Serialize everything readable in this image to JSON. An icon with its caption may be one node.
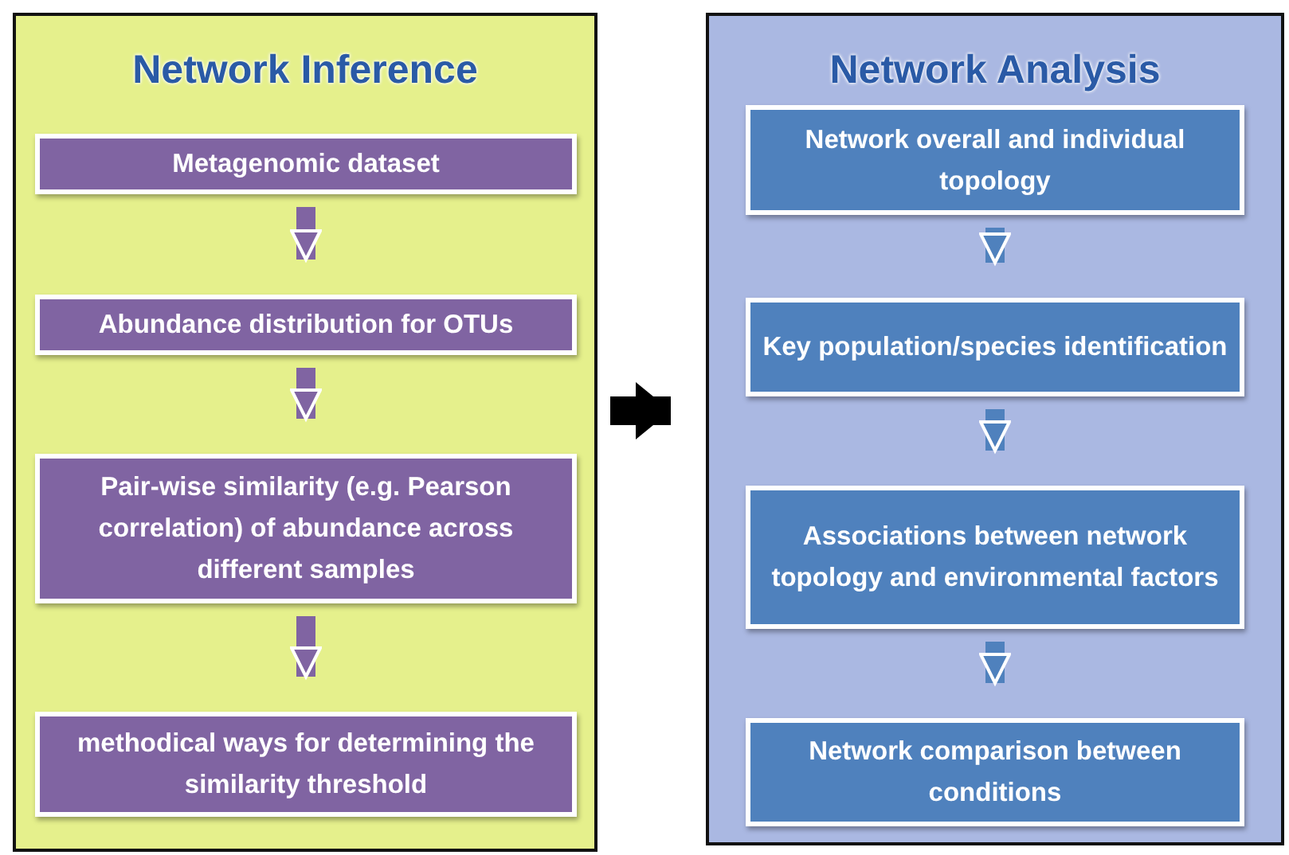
{
  "diagram": {
    "nodes": [
      {
        "text": [
          "Network Inference"
        ]
      },
      {
        "text": [
          "Metagenomic dataset"
        ],
        "in": 0
      },
      {
        "text": [
          "Abundance distribution for OTUs"
        ],
        "in": 0
      },
      {
        "text": [
          "Pair-wise similarity (e.g. Pearson correlation) of abundance across different samples"
        ],
        "in": 0
      },
      {
        "text": [
          "methodical ways for determining the similarity threshold"
        ],
        "in": 0
      },
      {
        "text": [
          "Network Analysis"
        ]
      },
      {
        "text": [
          "Network overall and individual topology"
        ],
        "in": 5
      },
      {
        "text": [
          "Key population/species identification"
        ],
        "in": 5
      },
      {
        "text": [
          "Associations between network topology and environmental factors"
        ],
        "in": 5
      },
      {
        "text": [
          "Network comparison between conditions"
        ],
        "in": 5
      }
    ],
    "edges": [
      {
        "from": 1,
        "to": 2,
        "arrow": "to",
        "color": "#8064a2"
      },
      {
        "from": 2,
        "to": 3,
        "arrow": "to",
        "color": "#8064a2"
      },
      {
        "from": 3,
        "to": 4,
        "arrow": "to",
        "color": "#8064a2"
      },
      {
        "from": 0,
        "to": 5,
        "arrow": "to",
        "color": "#000000"
      },
      {
        "from": 6,
        "to": 7,
        "arrow": "to",
        "color": "#4f81bd"
      },
      {
        "from": 7,
        "to": 8,
        "arrow": "to",
        "color": "#4f81bd"
      },
      {
        "from": 8,
        "to": 9,
        "arrow": "to",
        "color": "#4f81bd"
      }
    ]
  }
}
